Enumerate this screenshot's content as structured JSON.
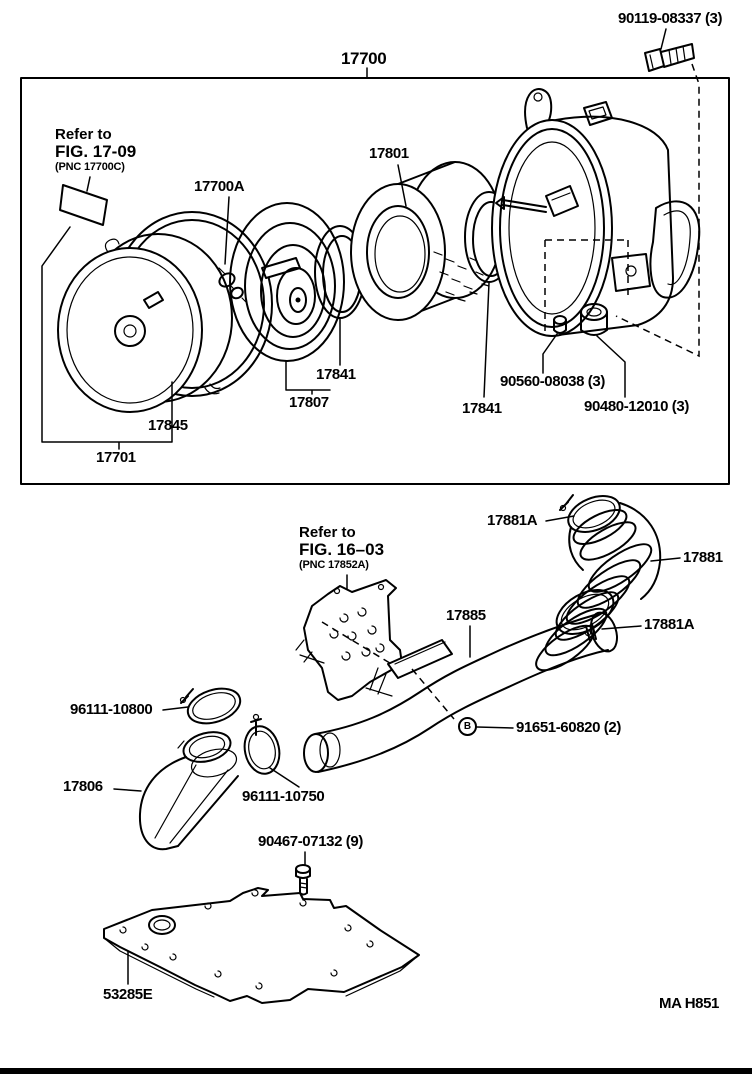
{
  "colors": {
    "ink": "#000000",
    "background": "#ffffff"
  },
  "drawing_code": "MA H851",
  "markers": {
    "b": "B"
  },
  "labels": {
    "p90119": "90119-08337 (3)",
    "p17700": "17700",
    "refer_17_09": {
      "l1": "Refer to",
      "l2": "FIG. 17-09",
      "l3": "(PNC 17700C)"
    },
    "p17700A": "17700A",
    "p17801": "17801",
    "p17841_left": "17841",
    "p17807": "17807",
    "p90560": "90560-08038 (3)",
    "p17841_right": "17841",
    "p90480": "90480-12010 (3)",
    "p17845": "17845",
    "p17701": "17701",
    "refer_16_03": {
      "l1": "Refer to",
      "l2": "FIG. 16–03",
      "l3": "(PNC 17852A)"
    },
    "p17881A_upper": "17881A",
    "p17881": "17881",
    "p17885": "17885",
    "p17881A_lower": "17881A",
    "p96111_10800": "96111-10800",
    "p91651": "91651-60820 (2)",
    "p17806": "17806",
    "p96111_10750": "96111-10750",
    "p90467": "90467-07132 (9)",
    "p53285E": "53285E"
  }
}
